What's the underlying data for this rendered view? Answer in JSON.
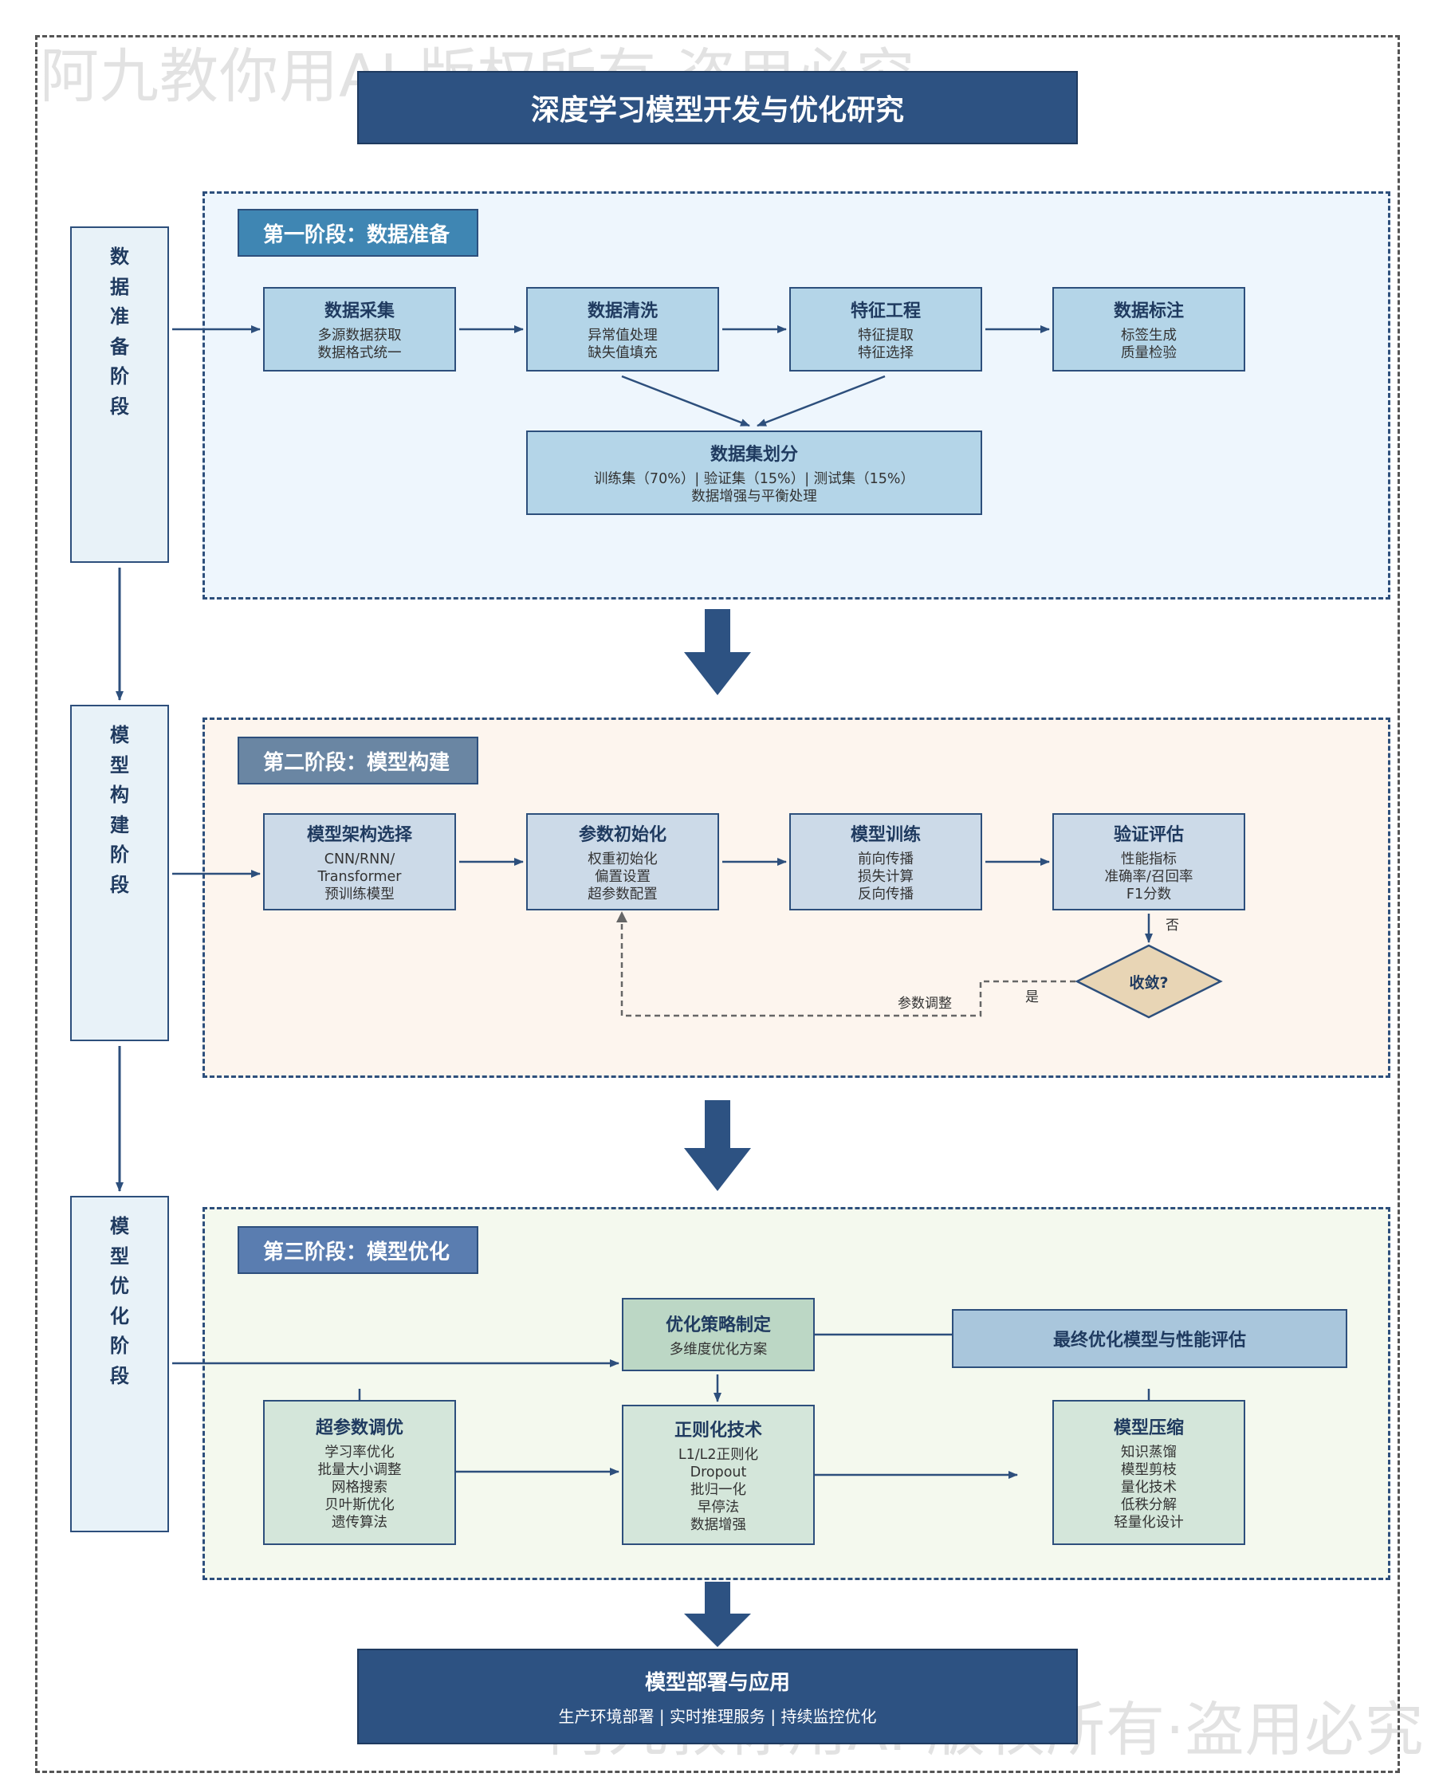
{
  "title": "深度学习模型开发与优化研究",
  "watermark": "阿九教你用AI·版权所有·盗用必究",
  "side_labels": {
    "s1": [
      "数",
      "据",
      "准",
      "备",
      "阶",
      "段"
    ],
    "s2": [
      "模",
      "型",
      "构",
      "建",
      "阶",
      "段"
    ],
    "s3": [
      "模",
      "型",
      "优",
      "化",
      "阶",
      "段"
    ]
  },
  "stage1": {
    "label": "第一阶段：数据准备",
    "boxes": [
      {
        "title": "数据采集",
        "lines": [
          "多源数据获取",
          "数据格式统一"
        ]
      },
      {
        "title": "数据清洗",
        "lines": [
          "异常值处理",
          "缺失值填充"
        ]
      },
      {
        "title": "特征工程",
        "lines": [
          "特征提取",
          "特征选择"
        ]
      },
      {
        "title": "数据标注",
        "lines": [
          "标签生成",
          "质量检验"
        ]
      }
    ],
    "split": {
      "title": "数据集划分",
      "lines": [
        "训练集（70%）| 验证集（15%）| 测试集（15%）",
        "数据增强与平衡处理"
      ]
    }
  },
  "stage2": {
    "label": "第二阶段：模型构建",
    "boxes": [
      {
        "title": "模型架构选择",
        "lines": [
          "CNN/RNN/",
          "Transformer",
          "预训练模型"
        ]
      },
      {
        "title": "参数初始化",
        "lines": [
          "权重初始化",
          "偏置设置",
          "超参数配置"
        ]
      },
      {
        "title": "模型训练",
        "lines": [
          "前向传播",
          "损失计算",
          "反向传播"
        ]
      },
      {
        "title": "验证评估",
        "lines": [
          "性能指标",
          "准确率/召回率",
          "F1分数"
        ]
      }
    ],
    "decision": "收敛?",
    "no_label": "否",
    "yes_label": "是",
    "adjust_label": "参数调整"
  },
  "stage3": {
    "label": "第三阶段：模型优化",
    "strategy": {
      "title": "优化策略制定",
      "lines": [
        "多维度优化方案"
      ]
    },
    "final": {
      "title": "最终优化模型与性能评估"
    },
    "boxes": [
      {
        "title": "超参数调优",
        "lines": [
          "学习率优化",
          "批量大小调整",
          "网格搜索",
          "贝叶斯优化",
          "遗传算法"
        ]
      },
      {
        "title": "正则化技术",
        "lines": [
          "L1/L2正则化",
          "Dropout",
          "批归一化",
          "早停法",
          "数据增强"
        ]
      },
      {
        "title": "模型压缩",
        "lines": [
          "知识蒸馏",
          "模型剪枝",
          "量化技术",
          "低秩分解",
          "轻量化设计"
        ]
      }
    ]
  },
  "deploy": {
    "title": "模型部署与应用",
    "subtitle": "生产环境部署 | 实时推理服务 | 持续监控优化"
  },
  "colors": {
    "navy": "#2d5282",
    "stage1_bg": "#eef6fd",
    "stage2_bg": "#fdf5ee",
    "stage3_bg": "#f4f9ee",
    "stage1_label": "#3f86b3",
    "stage2_label": "#6a86a3",
    "stage3_label": "#5a7db0",
    "decision": "#e8d5b5"
  }
}
